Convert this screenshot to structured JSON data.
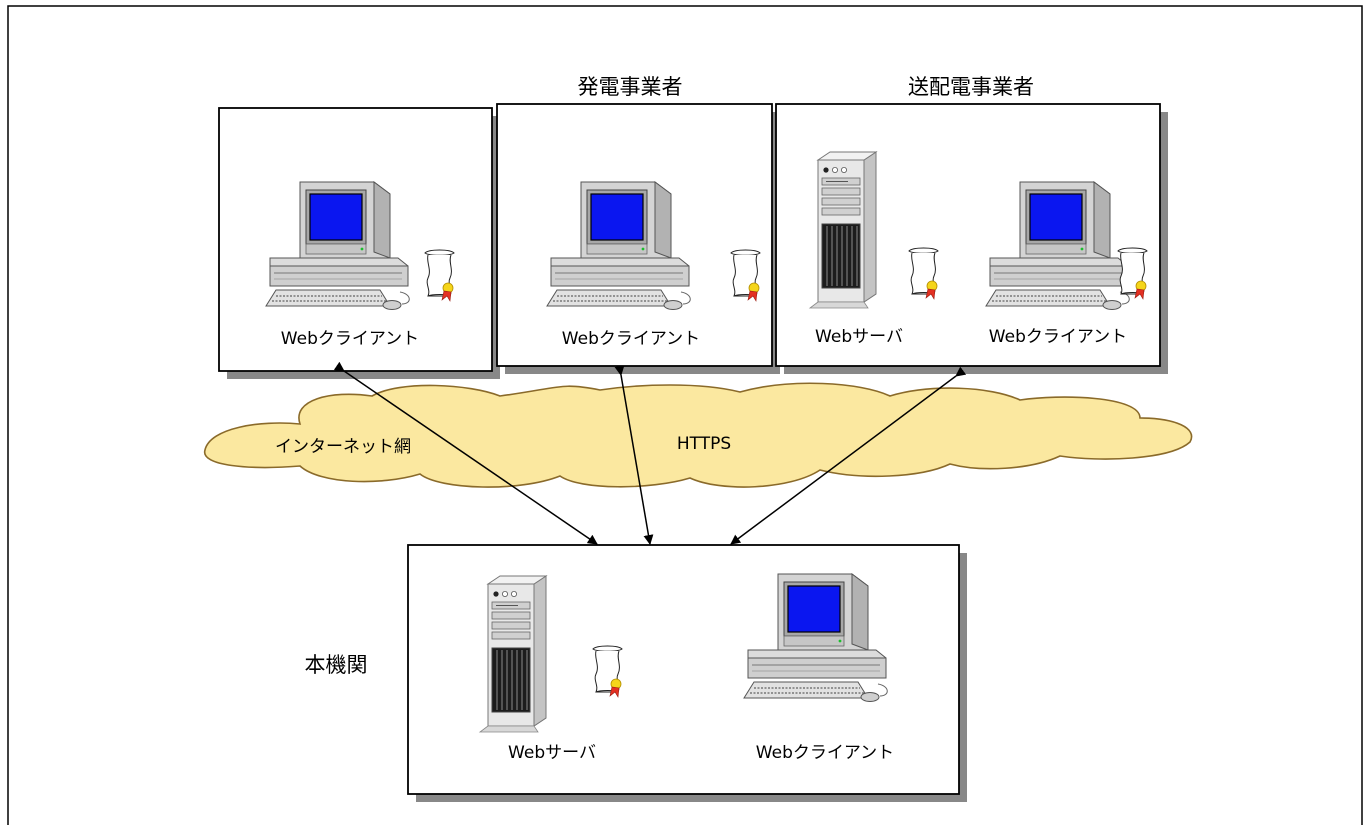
{
  "groups": {
    "top_left": {
      "title": "",
      "devices": [
        "Webクライアント"
      ]
    },
    "generator": {
      "title": "発電事業者",
      "devices": [
        "Webクライアント"
      ]
    },
    "transmission": {
      "title": "送配電事業者",
      "devices": [
        "Webサーバ",
        "Webクライアント"
      ]
    },
    "headquarters": {
      "title": "本機関",
      "devices": [
        "Webサーバ",
        "Webクライアント"
      ]
    }
  },
  "network": {
    "label": "インターネット網",
    "protocol": "HTTPS"
  },
  "colors": {
    "cloud_fill": "#fbe8a0",
    "cloud_stroke": "#8a6a2a",
    "screen": "#0a16f0",
    "seal": "#e33022"
  },
  "icons": [
    "computer-icon",
    "server-tower-icon",
    "certificate-scroll-icon"
  ]
}
